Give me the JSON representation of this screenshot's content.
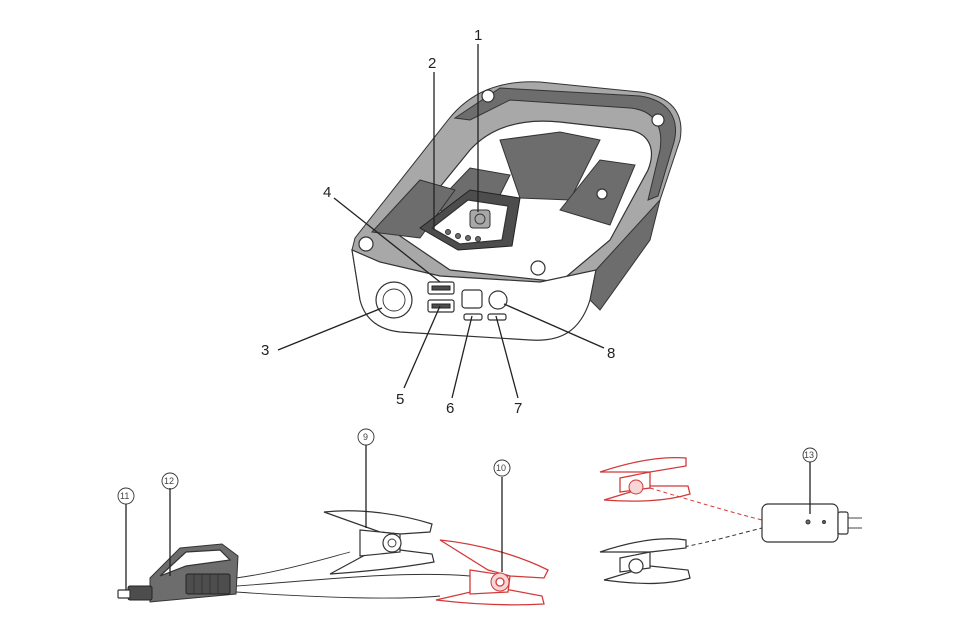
{
  "callouts": {
    "c1": "1",
    "c2": "2",
    "c3": "3",
    "c4": "4",
    "c5": "5",
    "c6": "6",
    "c7": "7",
    "c8": "8",
    "c9": "9",
    "c10": "10",
    "c11": "11",
    "c12": "12",
    "c13": "13"
  },
  "colors": {
    "positive_clamp": "#d23a3a",
    "negative_clamp": "#333333",
    "casing": "#6d6d6d"
  }
}
